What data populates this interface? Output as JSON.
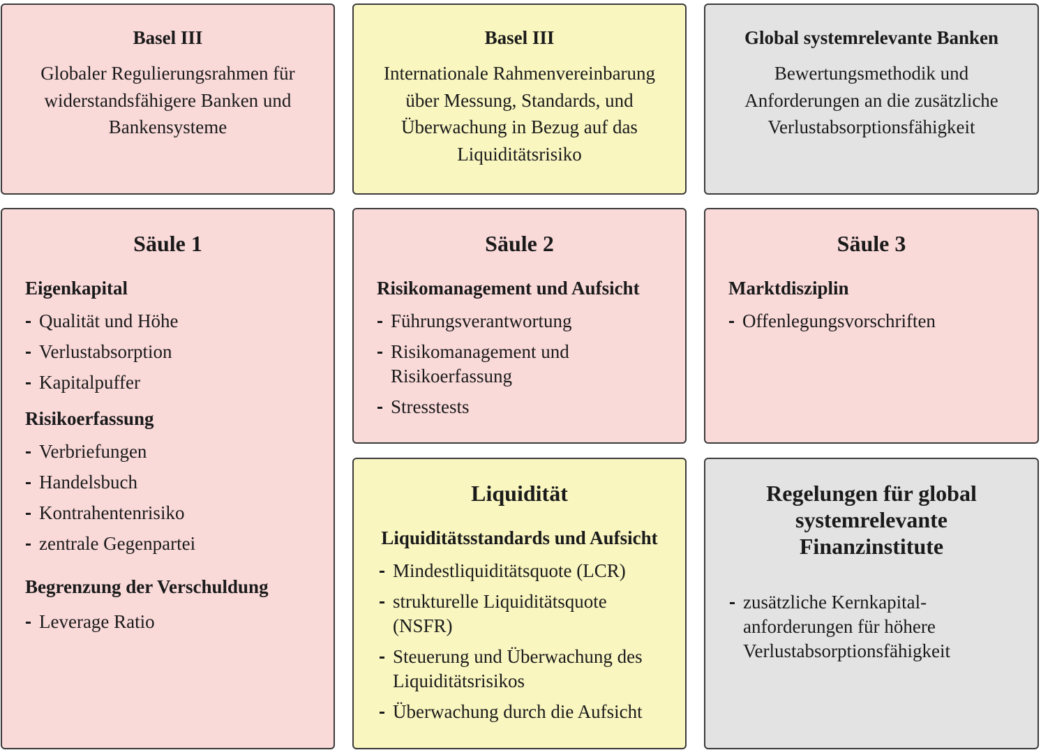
{
  "boxes": {
    "top_left": {
      "title": "Basel III",
      "description": "Globaler Regulierungsrahmen für widerstandsfähigere Banken und Bankensysteme"
    },
    "top_middle": {
      "title": "Basel III",
      "description": "Internationale Rahmenvereinbarung über Messung, Standards, und Überwachung in Bezug auf das Liquiditätsrisiko"
    },
    "top_right": {
      "title": "Global systemrelevante Banken",
      "description": "Bewertungsmethodik und Anforderungen an die zusätzliche Verlustabsorptionsfähigkeit"
    },
    "pillar1": {
      "title": "Säule 1",
      "sections": [
        {
          "heading": "Eigenkapital",
          "items": [
            "Qualität und Höhe",
            "Verlustabsorption",
            "Kapitalpuffer"
          ]
        },
        {
          "heading": "Risikoerfassung",
          "items": [
            "Verbriefungen",
            "Handelsbuch",
            "Kontrahentenrisiko",
            "zentrale Gegenpartei"
          ]
        },
        {
          "heading": "Begrenzung der Verschuldung",
          "items": [
            "Leverage Ratio"
          ]
        }
      ]
    },
    "pillar2": {
      "title": "Säule 2",
      "heading": "Risikomanagement und Aufsicht",
      "items": [
        "Führungsverantwortung",
        "Risikomanagement und Risikoerfassung",
        "Stresstests"
      ]
    },
    "pillar3": {
      "title": "Säule 3",
      "heading": "Marktdisziplin",
      "items": [
        "Offenlegungsvorschriften"
      ]
    },
    "liquidity": {
      "title": "Liquidität",
      "heading": "Liquiditätsstandards und Aufsicht",
      "items": [
        "Mindestliquiditätsquote (LCR)",
        "strukturelle Liquiditätsquote (NSFR)",
        "Steuerung und Überwachung des Liquiditätsrisikos",
        "Überwachung durch die Aufsicht"
      ]
    },
    "gsib": {
      "title": "Regelungen für global systemrelevante Finanzinstitute",
      "items": [
        "zusätzliche Kernkapital-anforderungen für höhere Verlustabsorptionsfähigkeit"
      ]
    }
  },
  "colors": {
    "pink": "#fad9d9",
    "yellow": "#f9f6c0",
    "grey": "#e3e3e3",
    "border": "#3a3a3a"
  }
}
